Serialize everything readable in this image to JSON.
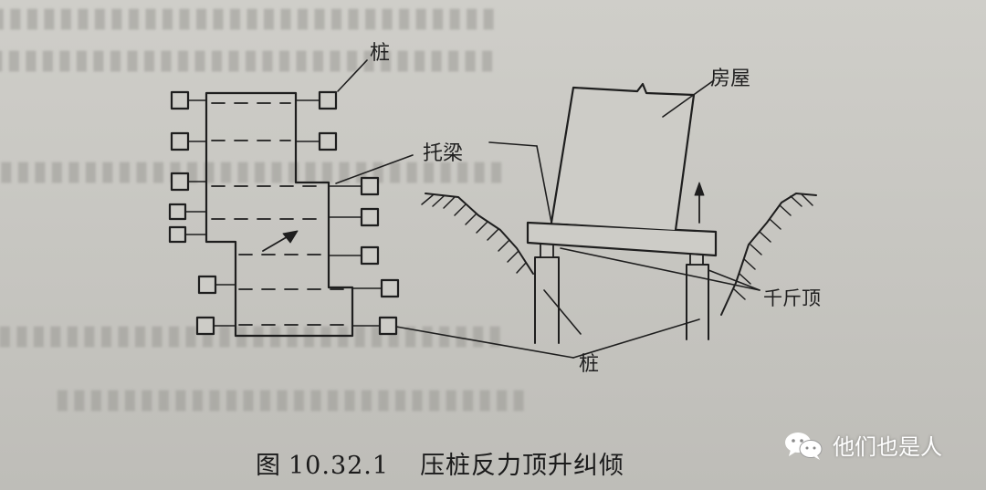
{
  "labels": {
    "pile_top": "桩",
    "beam": "托梁",
    "house": "房屋",
    "jack": "千斤顶",
    "pile_bottom": "桩"
  },
  "caption": {
    "prefix": "图",
    "number": "10.32.1",
    "title": "压桩反力顶升纠倾"
  },
  "watermark": {
    "icon": "wechat-icon",
    "text": "他们也是人"
  }
}
